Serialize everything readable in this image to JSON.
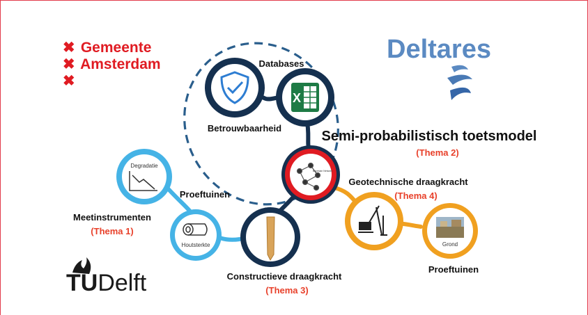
{
  "logos": {
    "amsterdam": {
      "line1": "Gemeente",
      "line2": "Amsterdam",
      "cross": "✖"
    },
    "deltares": {
      "name": "Deltares"
    },
    "tudelft": {
      "tu": "TU",
      "delft": "Delft"
    }
  },
  "center": {
    "title": "Semi-probabilistisch toetsmodel",
    "theme": "(Thema 2)",
    "inner_caption": "Bayesian Network"
  },
  "nodes": {
    "databases": {
      "label": "Databases",
      "icon": "excel-icon"
    },
    "betrouwbaarheid": {
      "label": "Betrouwbaarheid",
      "icon": "shield-check-icon"
    },
    "degradatie": {
      "caption": "Degradatie",
      "icon": "declining-chart-icon"
    },
    "houtsterkte": {
      "caption": "Houtsterkte",
      "icon": "wood-log-icon"
    },
    "pile": {
      "icon": "wooden-pile-icon"
    },
    "crane": {
      "icon": "pile-driver-icon"
    },
    "grond": {
      "caption": "Grond",
      "icon": "field-photo"
    }
  },
  "labels": {
    "proeftuinen_left": "Proeftuinen",
    "meetinstrumenten": "Meetinstrumenten",
    "thema1": "(Thema 1)",
    "constructieve": "Constructieve draagkracht",
    "thema3": "(Thema 3)",
    "geotechnische": "Geotechnische draagkracht",
    "thema4": "(Thema 4)",
    "proeftuinen_right": "Proeftuinen"
  },
  "colors": {
    "red": "#e01b22",
    "theme_red": "#e8402a",
    "navy": "#15304f",
    "dashed": "#2a5e8c",
    "light_blue": "#45b3e6",
    "orange": "#f0a020",
    "green": "#1e7b45",
    "deltares_blue": "#5b8ac2"
  }
}
